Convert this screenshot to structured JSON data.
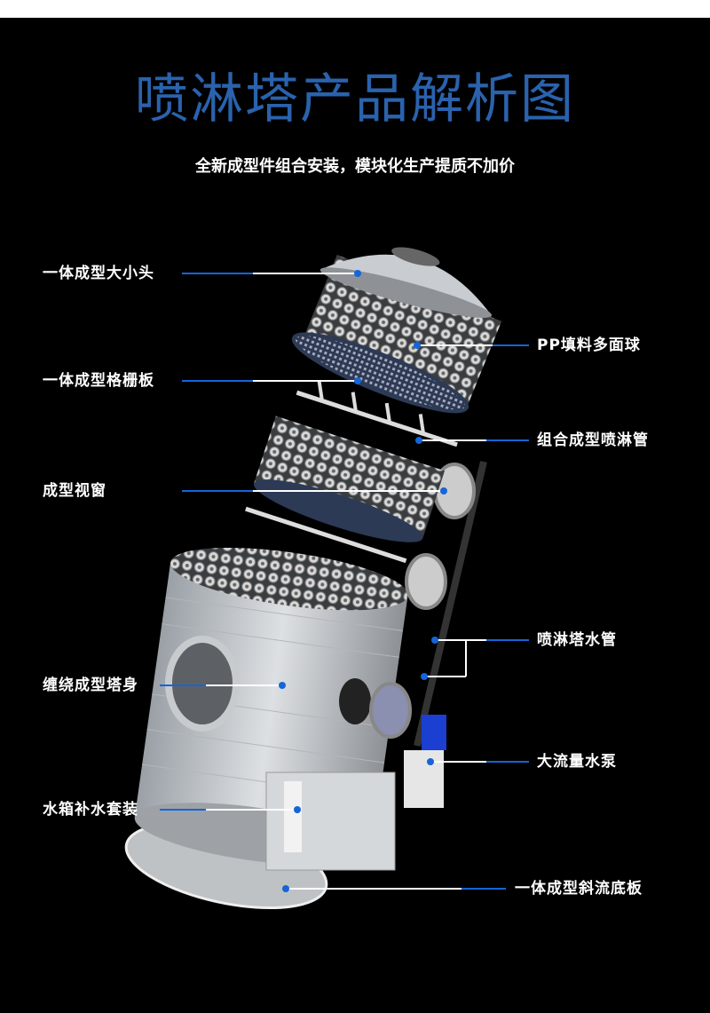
{
  "title": "喷淋塔产品解析图",
  "subtitle": "全新成型件组合安装，模块化生产提质不加价",
  "labels": {
    "reducer_head": "一体成型大小头",
    "pp_packing": "PP填料多面球",
    "grille_plate": "一体成型格栅板",
    "spray_pipe": "组合成型喷淋管",
    "sight_window": "成型视窗",
    "water_pipe": "喷淋塔水管",
    "tower_body": "缠绕成型塔身",
    "water_pump": "大流量水泵",
    "water_tank_kit": "水箱补水套装",
    "bottom_plate": "一体成型斜流底板"
  },
  "colors": {
    "title": "#2a62ad",
    "accent_blue": "#1565d8",
    "background": "#000000"
  }
}
